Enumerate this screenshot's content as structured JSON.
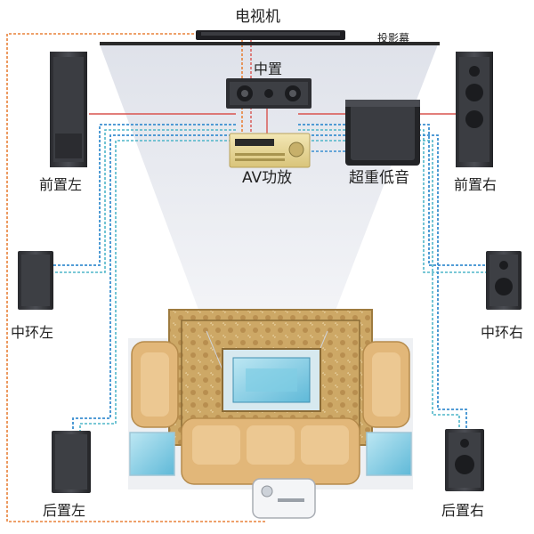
{
  "labels": {
    "tv": "电视机",
    "screen": "投影幕",
    "center": "中置",
    "av_amp": "AV功放",
    "subwoofer": "超重低音",
    "front_left": "前置左",
    "front_right": "前置右",
    "mid_left": "中环左",
    "mid_right": "中环右",
    "rear_left": "后置左",
    "rear_right": "后置右"
  },
  "colors": {
    "wire_orange": "#e8823a",
    "wire_red": "#d9534f",
    "wire_blue": "#3a8fd0",
    "wire_cyan": "#4fb6c9",
    "speaker_dark": "#2e2f33",
    "speaker_face": "#45474d",
    "rug": "#c9a567",
    "sofa": "#e2b779",
    "water": "#8fd0e6",
    "beam": "#e6e8ee"
  }
}
